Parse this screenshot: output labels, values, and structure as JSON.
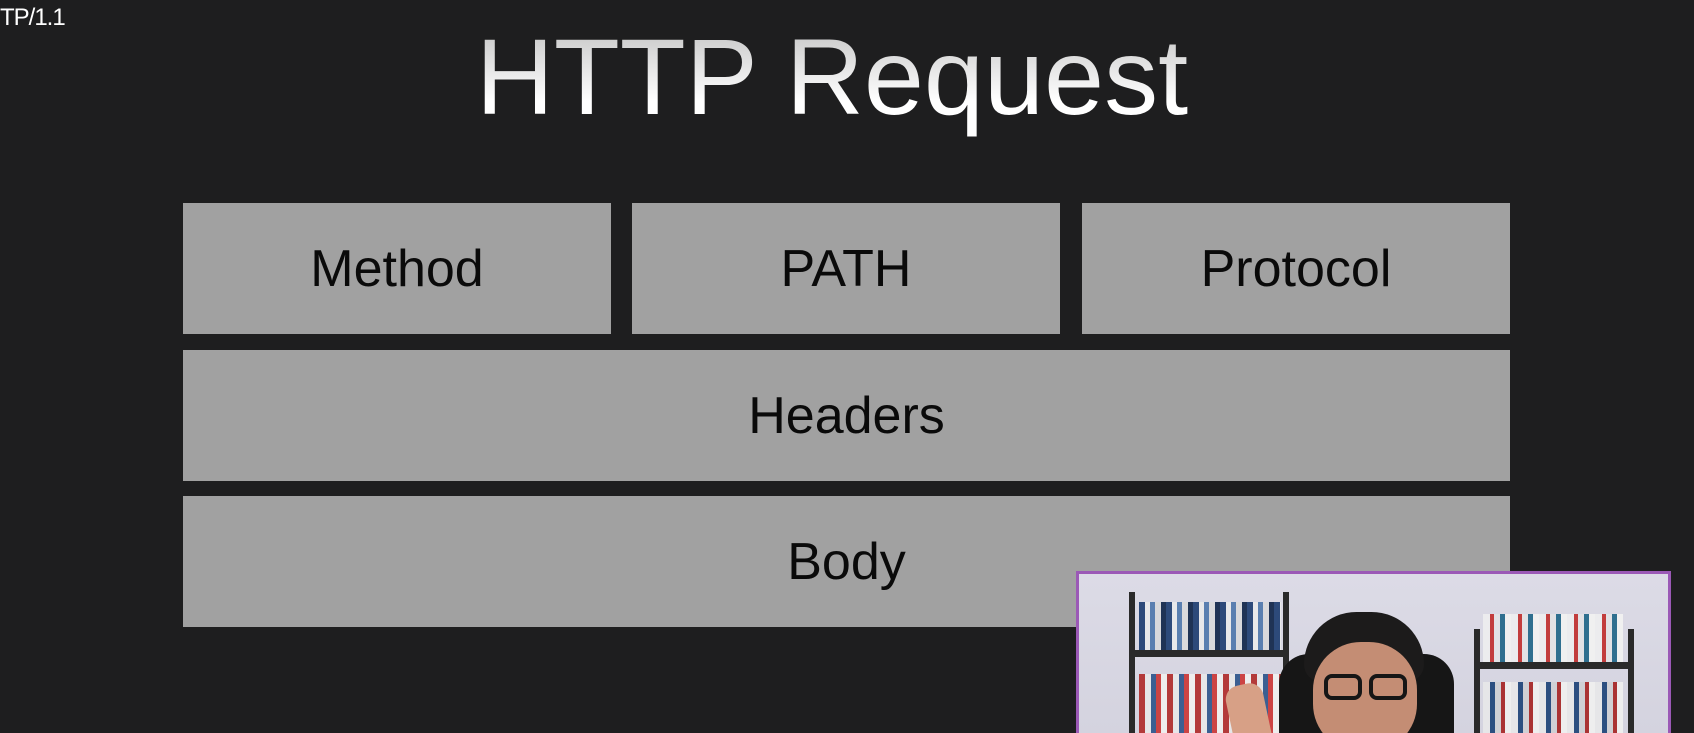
{
  "corner_label": "TP/1.1",
  "slide": {
    "title": "HTTP Request",
    "blocks": {
      "method": "Method",
      "path": "PATH",
      "protocol": "Protocol",
      "headers": "Headers",
      "body": "Body"
    }
  },
  "colors": {
    "background": "#1e1e1f",
    "block": "#a1a1a1",
    "webcam_border": "#9b59b6"
  }
}
